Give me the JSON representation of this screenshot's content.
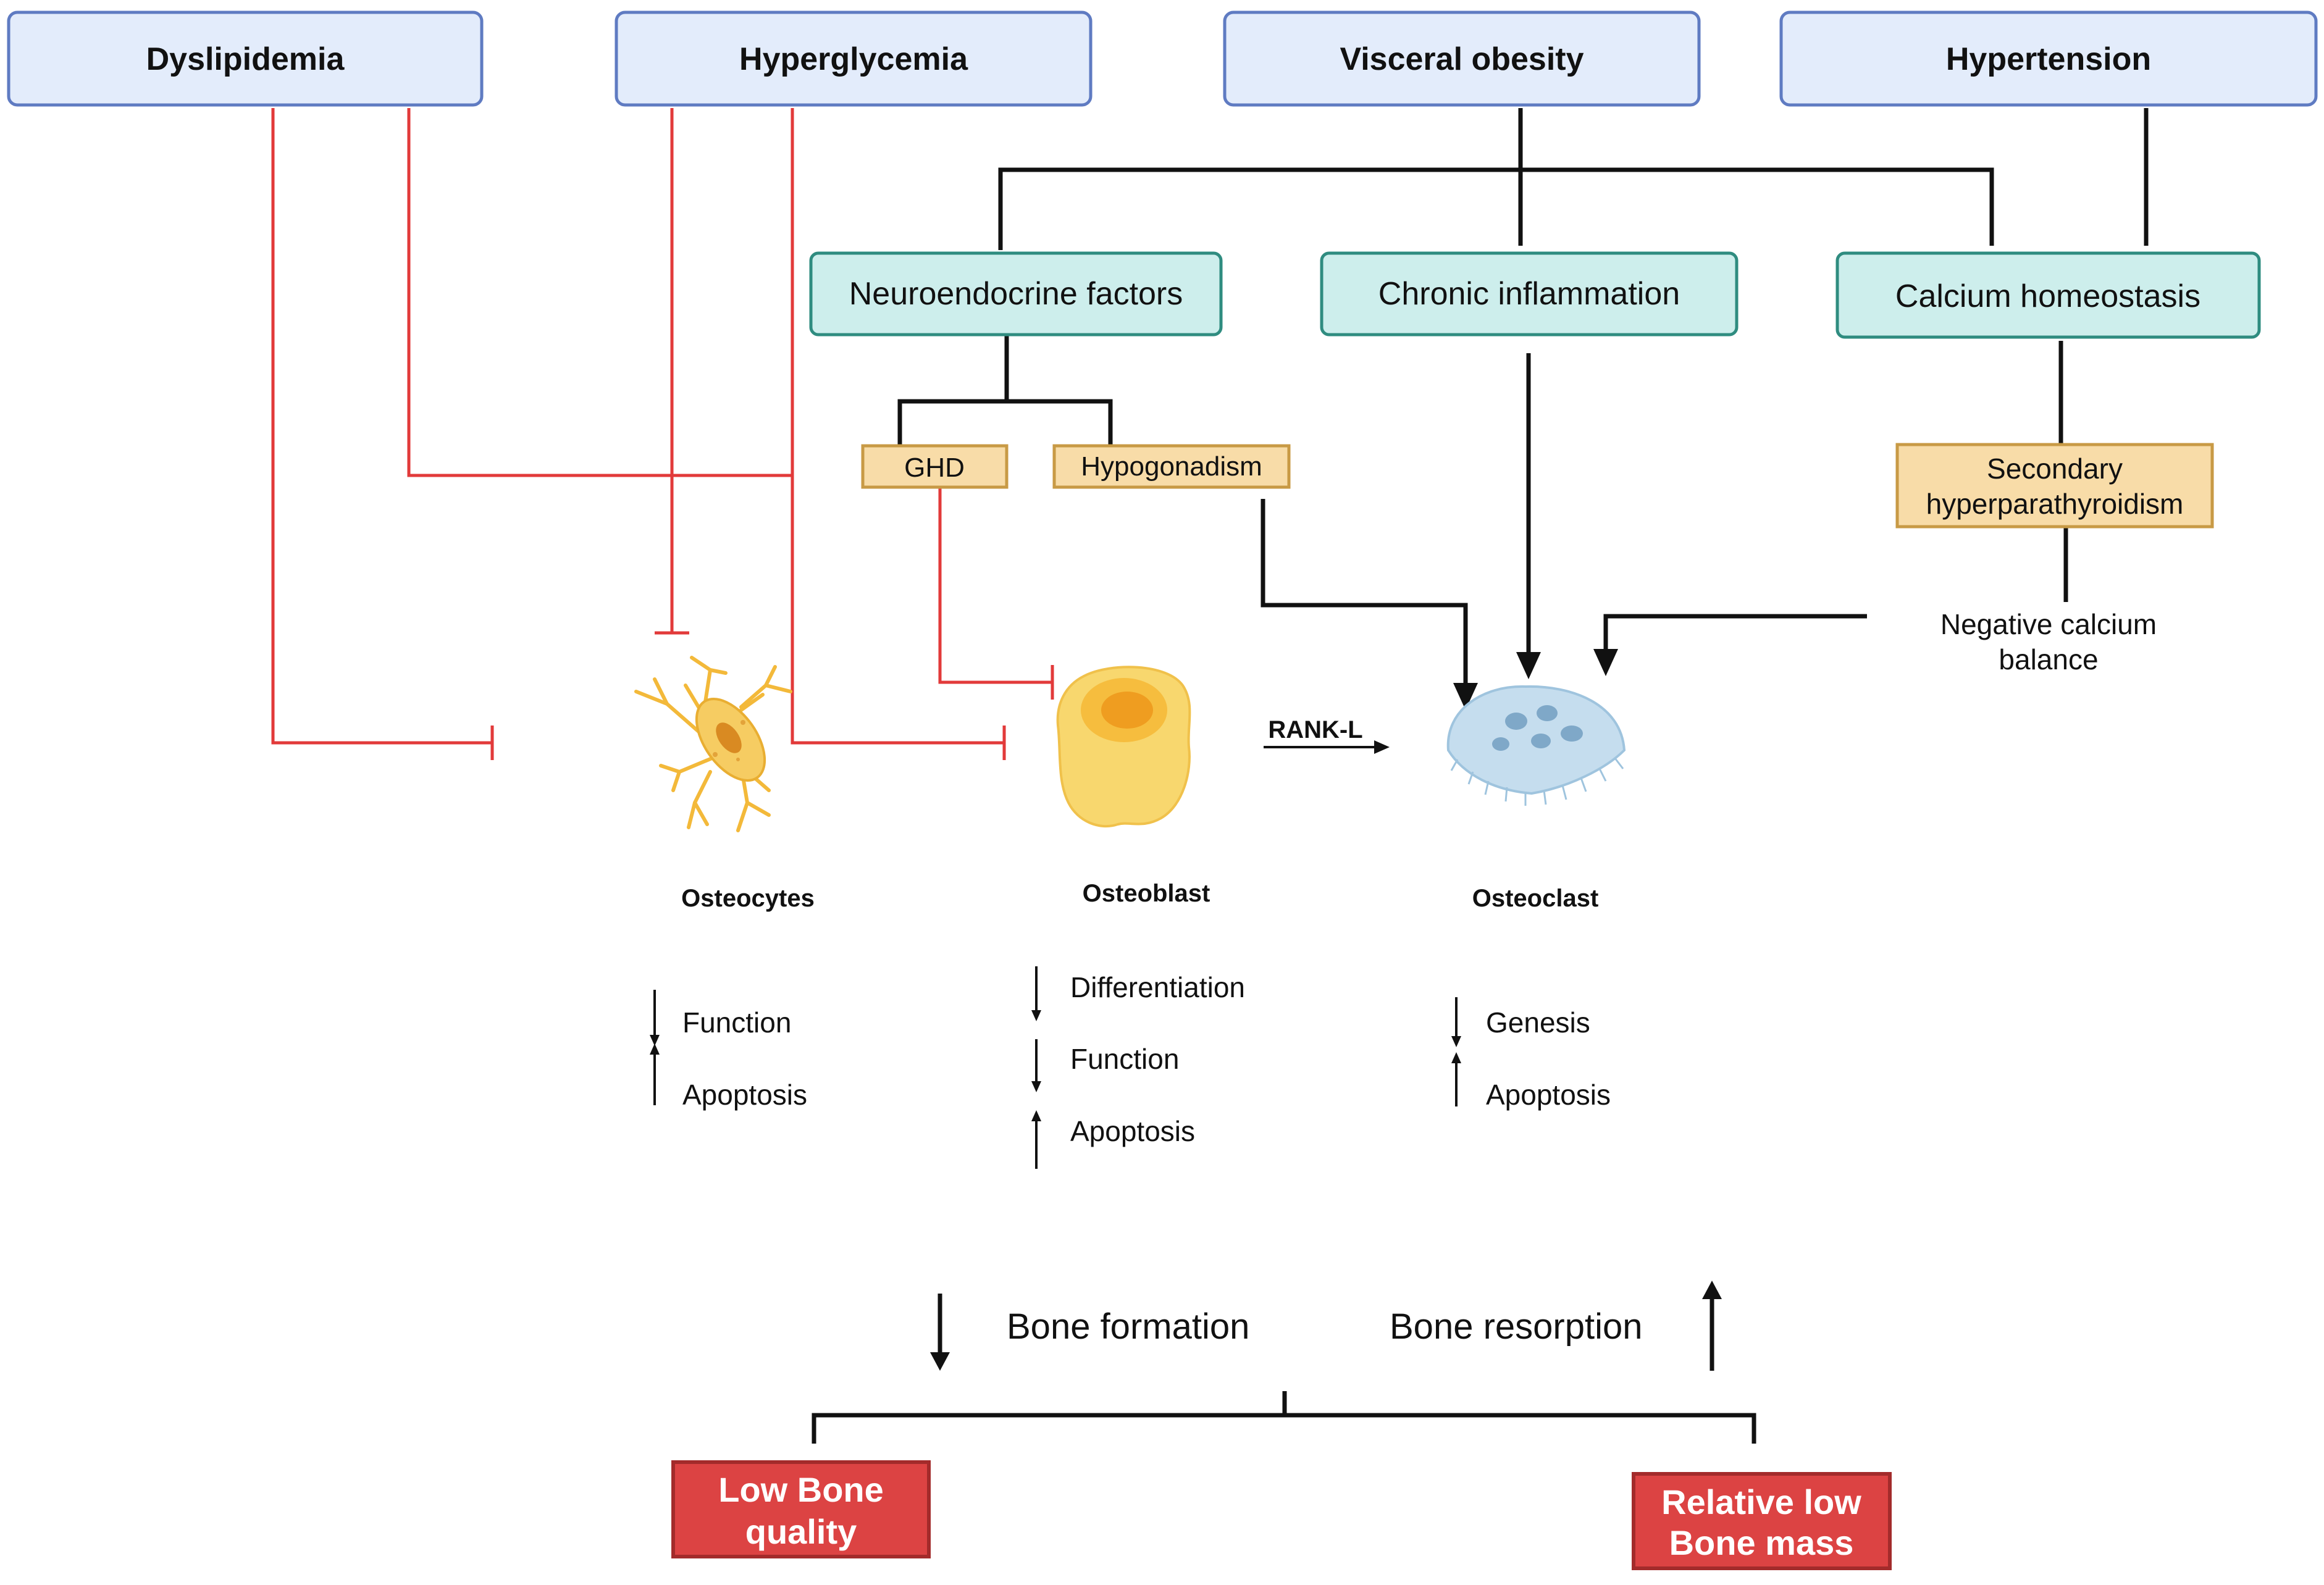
{
  "risk_factors": {
    "dyslipidemia": "Dyslipidemia",
    "hyperglycemia": "Hyperglycemia",
    "visceral_obesity": "Visceral obesity",
    "hypertension": "Hypertension"
  },
  "mechanisms": {
    "neuroendocrine": "Neuroendocrine factors",
    "inflammation": "Chronic inflammation",
    "calcium": "Calcium homeostasis"
  },
  "sub_factors": {
    "ghd": "GHD",
    "hypogonadism": "Hypogonadism",
    "secondary_hpt_line1": "Secondary",
    "secondary_hpt_line2": "hyperparathyroidism",
    "neg_calcium_line1": "Negative calcium",
    "neg_calcium_line2": "balance"
  },
  "rankl": "RANK-L",
  "cells": {
    "osteocytes": {
      "name": "Osteocytes",
      "effects": [
        {
          "dir": "down",
          "label": "Function"
        },
        {
          "dir": "up",
          "label": "Apoptosis"
        }
      ]
    },
    "osteoblast": {
      "name": "Osteoblast",
      "effects": [
        {
          "dir": "down",
          "label": "Differentiation"
        },
        {
          "dir": "down",
          "label": "Function"
        },
        {
          "dir": "up",
          "label": "Apoptosis"
        }
      ]
    },
    "osteoclast": {
      "name": "Osteoclast",
      "effects": [
        {
          "dir": "down",
          "label": "Genesis"
        },
        {
          "dir": "up",
          "label": "Apoptosis"
        }
      ]
    }
  },
  "bone": {
    "formation": "Bone formation",
    "resorption": "Bone resorption"
  },
  "outcomes": {
    "low_quality_line1": "Low Bone",
    "low_quality_line2": "quality",
    "low_mass_line1": "Relative low",
    "low_mass_line2": "Bone mass"
  },
  "colors": {
    "inhibition": "#e23a3a",
    "top_box": "#e3ecfb",
    "mechanism_box": "#cdeeec",
    "sub_box": "#f8dca8",
    "outcome_box": "#dc4343"
  }
}
